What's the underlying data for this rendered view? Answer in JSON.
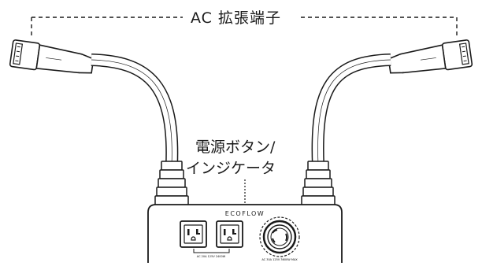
{
  "labels": {
    "ac_extension_ports": "AC 拡張端子",
    "power_button_line1": "電源ボタン/",
    "power_button_line2": "インジケータ"
  },
  "device": {
    "brand": "ECOFLOW",
    "outlet_caption_left": "AC 20A 125V 2400W",
    "outlet_caption_right": "AC 30A 125V 3600W MAX"
  },
  "colors": {
    "line": "#1a1a1a",
    "background": "#ffffff"
  }
}
